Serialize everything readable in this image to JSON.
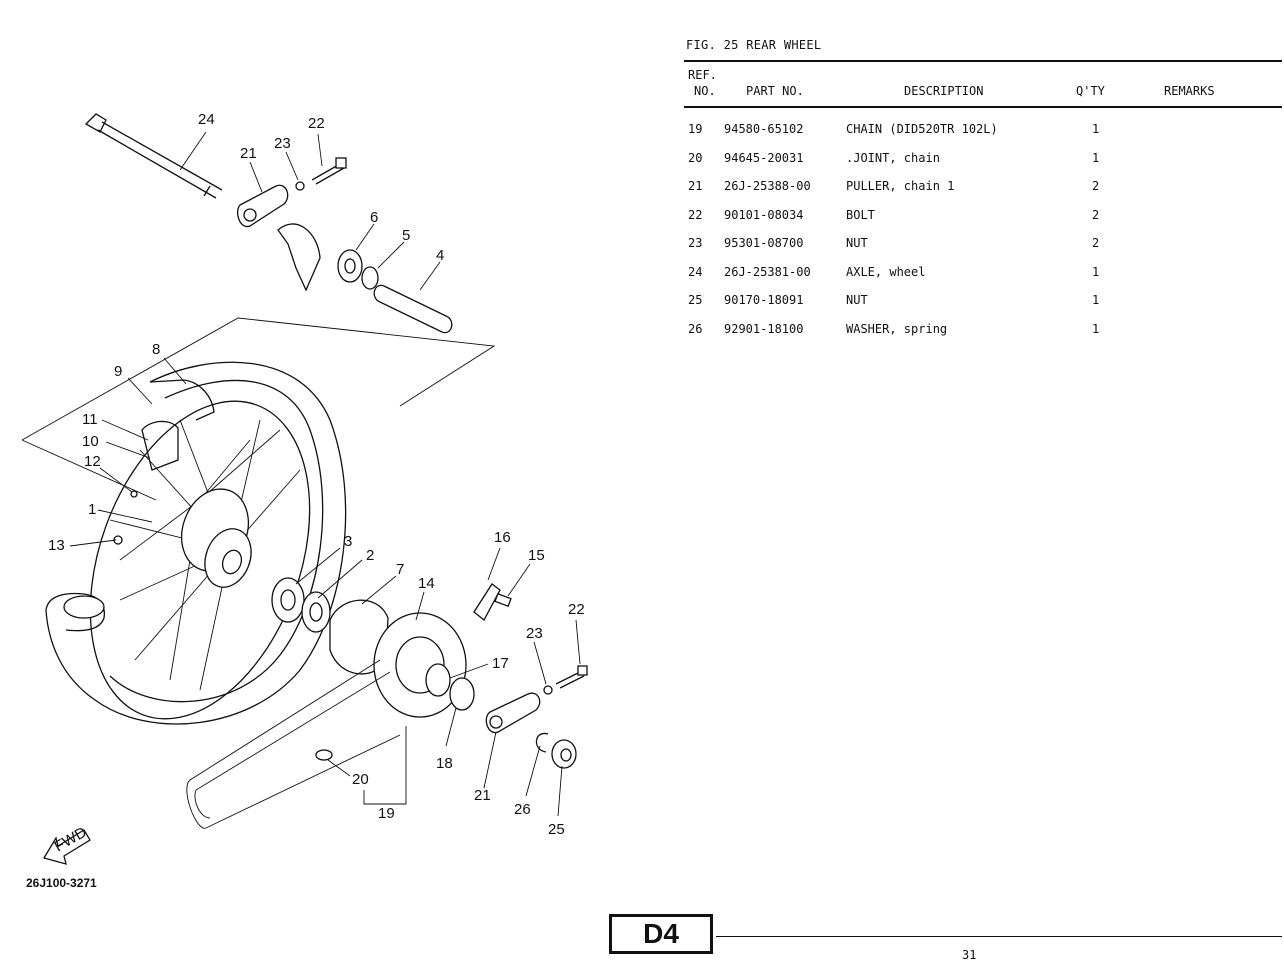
{
  "figure": {
    "title": "FIG. 25  REAR WHEEL"
  },
  "table": {
    "headers": {
      "ref_line1": "REF.",
      "ref_line2": "NO.",
      "part_no": "PART NO.",
      "description": "DESCRIPTION",
      "qty": "Q'TY",
      "remarks": "REMARKS"
    },
    "rows": [
      {
        "ref": "19",
        "part_no": "94580-65102",
        "description": "CHAIN (DID520TR 102L)",
        "qty": "1"
      },
      {
        "ref": "20",
        "part_no": "94645-20031",
        "description": ".JOINT, chain",
        "qty": "1"
      },
      {
        "ref": "21",
        "part_no": "26J-25388-00",
        "description": "PULLER, chain 1",
        "qty": "2"
      },
      {
        "ref": "22",
        "part_no": "90101-08034",
        "description": "BOLT",
        "qty": "2"
      },
      {
        "ref": "23",
        "part_no": "95301-08700",
        "description": "NUT",
        "qty": "2"
      },
      {
        "ref": "24",
        "part_no": "26J-25381-00",
        "description": "AXLE, wheel",
        "qty": "1"
      },
      {
        "ref": "25",
        "part_no": "90170-18091",
        "description": "NUT",
        "qty": "1"
      },
      {
        "ref": "26",
        "part_no": "92901-18100",
        "description": "WASHER, spring",
        "qty": "1"
      }
    ]
  },
  "diagram": {
    "callouts": [
      "24",
      "22",
      "21",
      "23",
      "6",
      "5",
      "4",
      "8",
      "9",
      "11",
      "10",
      "12",
      "1",
      "13",
      "3",
      "2",
      "7",
      "14",
      "16",
      "15",
      "22",
      "23",
      "17",
      "18",
      "21",
      "26",
      "25",
      "20",
      "19"
    ],
    "fwd_label": "FWD",
    "reference_code": "26J100-3271"
  },
  "footer": {
    "section": "D4",
    "page": "31"
  }
}
